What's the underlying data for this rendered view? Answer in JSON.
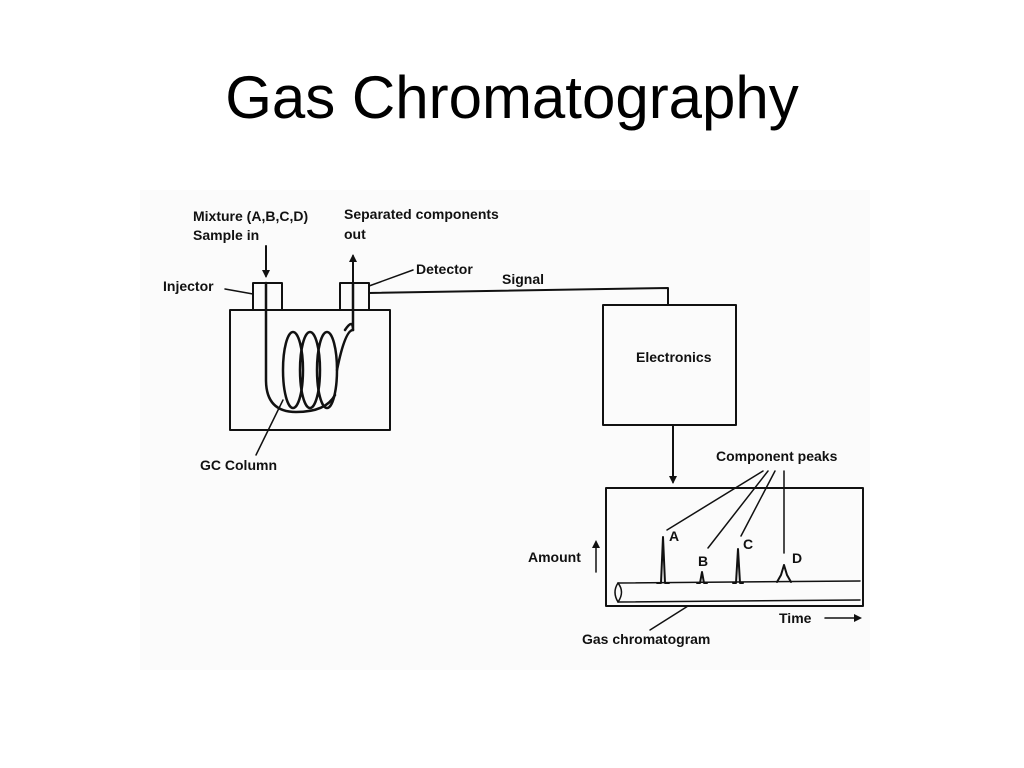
{
  "slide": {
    "title": "Gas Chromatography"
  },
  "diagram": {
    "mixture_line1": "Mixture (A,B,C,D)",
    "mixture_line2": "Sample in",
    "separated_line1": "Separated components",
    "separated_line2": "out",
    "injector": "Injector",
    "detector": "Detector",
    "signal": "Signal",
    "electronics": "Electronics",
    "gc_column": "GC Column",
    "component_peaks": "Component peaks",
    "amount": "Amount",
    "time": "Time",
    "gas_chromatogram": "Gas chromatogram",
    "peaks": [
      {
        "label": "A"
      },
      {
        "label": "B"
      },
      {
        "label": "C"
      },
      {
        "label": "D"
      }
    ]
  }
}
